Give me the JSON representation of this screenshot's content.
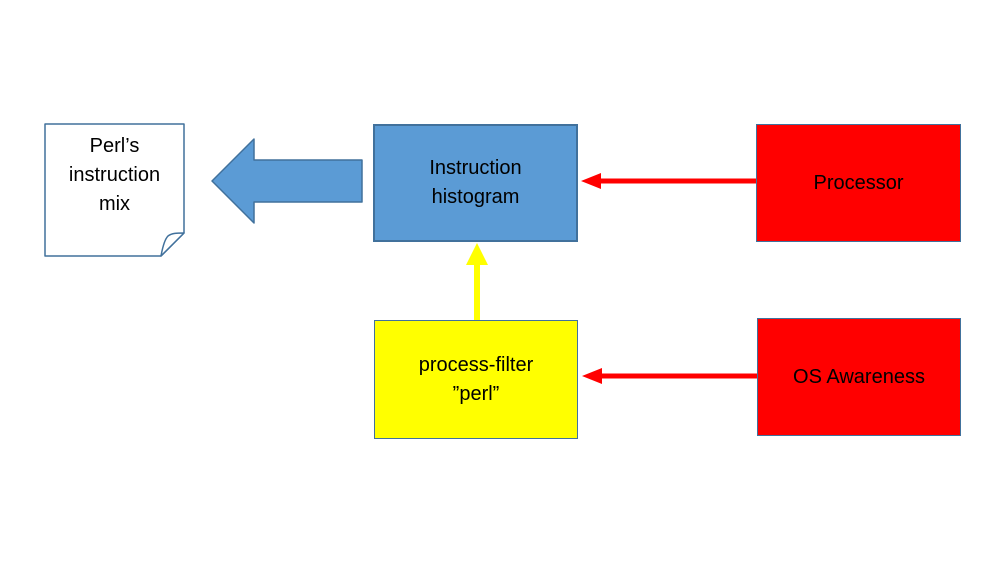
{
  "colors": {
    "background": "#ffffff",
    "box_blue": "#5b9bd5",
    "box_red": "#ff0000",
    "box_yellow": "#ffff00",
    "outline": "#41719c",
    "arrow_red": "#ff0000",
    "arrow_yellow": "#ffff00",
    "arrow_blue": "#5b9bd5",
    "note_fill": "#ffffff",
    "text": "#000000"
  },
  "nodes": {
    "note": {
      "line1": "Perl’s",
      "line2": "instruction",
      "line3": "mix",
      "shape": "folded-corner-note"
    },
    "histogram": {
      "line1": "Instruction",
      "line2": "histogram",
      "shape": "rectangle"
    },
    "processor": {
      "label": "Processor",
      "shape": "rectangle"
    },
    "process_filter": {
      "line1": "process-filter",
      "line2": "”perl”",
      "shape": "rectangle"
    },
    "os_awareness": {
      "label": "OS Awareness",
      "shape": "rectangle"
    }
  },
  "connectors": [
    {
      "name": "histogram-to-note",
      "style": "block-arrow",
      "direction": "left",
      "color": "#5b9bd5"
    },
    {
      "name": "processor-to-histogram",
      "style": "thin-arrow",
      "direction": "left",
      "color": "#ff0000"
    },
    {
      "name": "process-filter-to-histogram",
      "style": "thin-arrow",
      "direction": "up",
      "color": "#ffff00"
    },
    {
      "name": "os-awareness-to-process-filter",
      "style": "thin-arrow",
      "direction": "left",
      "color": "#ff0000"
    }
  ]
}
